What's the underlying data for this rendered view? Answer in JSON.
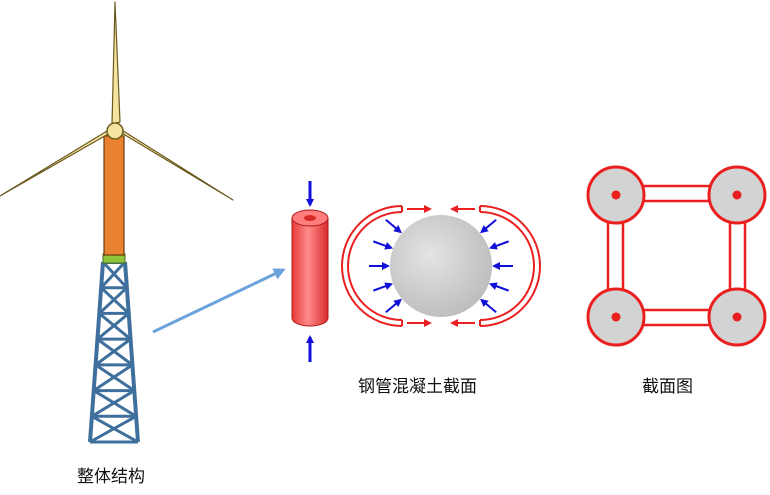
{
  "captions": {
    "whole_structure": "整体结构",
    "cfst_section": "钢管混凝土截面",
    "section_view": "截面图"
  },
  "colors": {
    "blade": "#f5e3a0",
    "tower": "#e8822e",
    "tower_band": "#8fc43a",
    "lattice": "#3f6f9c",
    "pointer_arrow": "#6aa3dc",
    "steel_tube": "#f04b4b",
    "confinement_arrow": "#1010d8",
    "shell": "#ea2020",
    "concrete": "#cfcfcf"
  },
  "icons": {
    "turbine": "wind-turbine-icon",
    "tube": "steel-tube-icon",
    "section": "concrete-filled-section-icon",
    "plan": "four-leg-plan-icon"
  }
}
